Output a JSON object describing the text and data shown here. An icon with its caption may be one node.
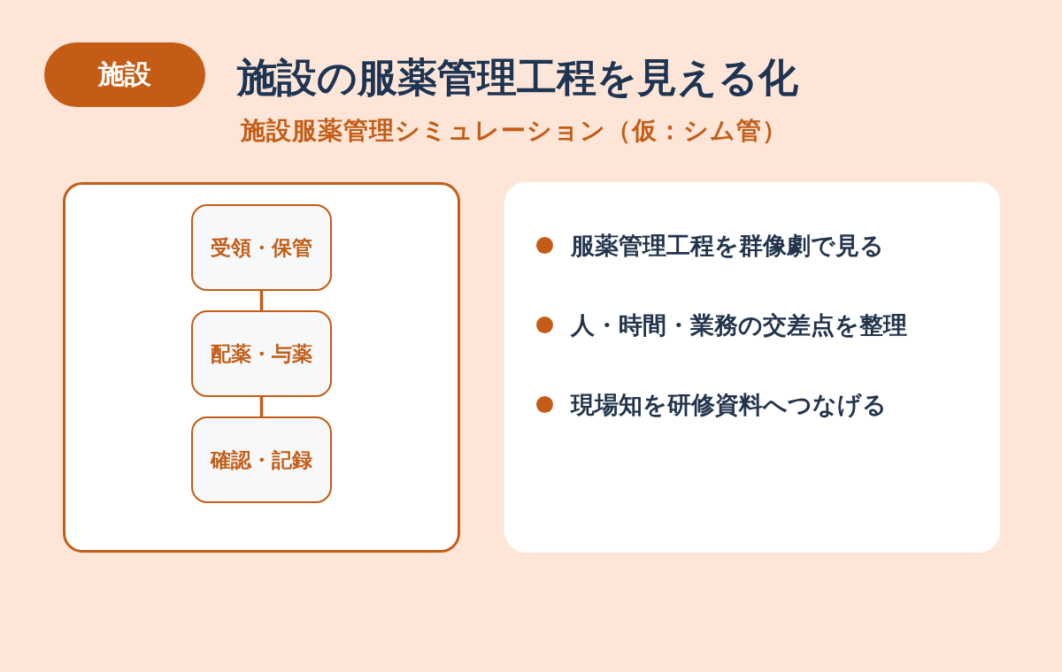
{
  "diagram": {
    "title": "施設の服薬管理工程を見える化",
    "nodes": [
      {
        "text": [
          "施設"
        ]
      },
      {
        "text": [],
        "shape": "box"
      },
      {
        "text": [
          "受領・保管"
        ],
        "in": 1
      },
      {
        "text": [
          "配薬・与薬"
        ],
        "in": 1
      },
      {
        "text": [
          "確認・記録"
        ],
        "in": 1
      },
      {
        "text": [
          "服薬管理工程を群像劇で見る",
          "人・時間・業務の交差点を整理",
          "現場知を研修資料へつなげる"
        ]
      }
    ],
    "edges": [
      {
        "from": 2,
        "to": 3,
        "arrow": "none"
      },
      {
        "from": 3,
        "to": 4,
        "arrow": "none"
      }
    ],
    "labels": [
      "施設服薬管理シミュレーション（仮：シム管）"
    ]
  }
}
